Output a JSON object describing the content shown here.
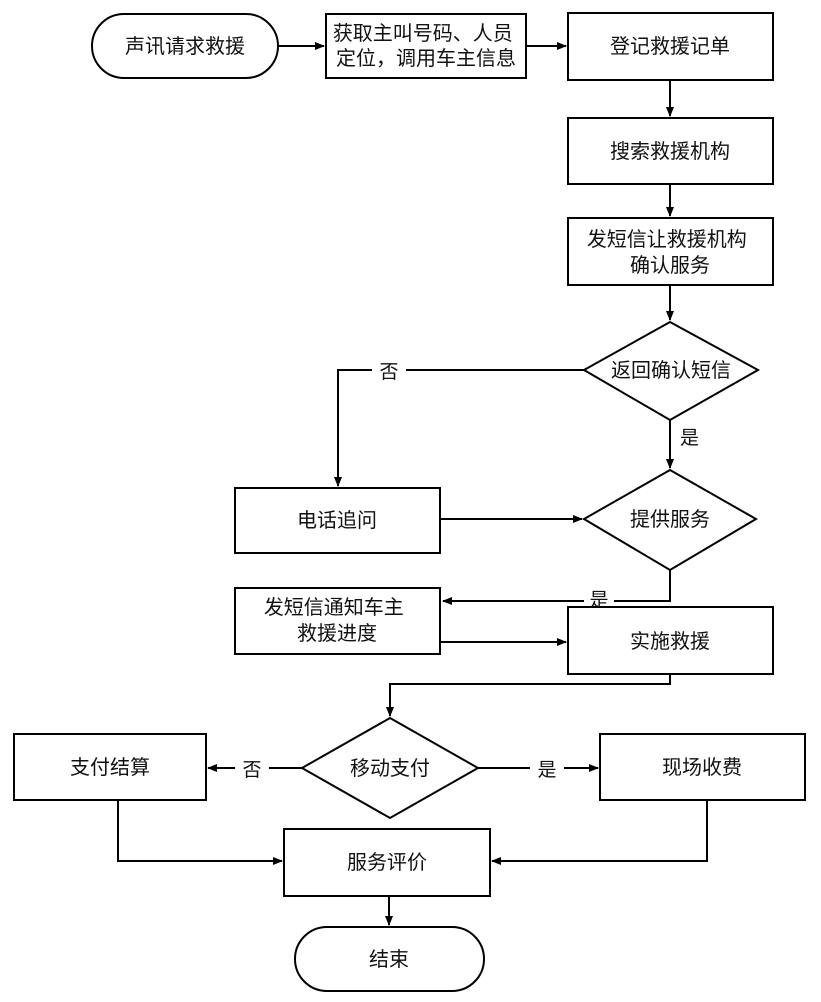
{
  "nodes": {
    "voice_request": "声讯请求救援",
    "get_caller_info": [
      "获取主叫号码、人员",
      "定位，调用车主信息"
    ],
    "register_order": "登记救援记单",
    "search_agency": "搜索救援机构",
    "sms_confirm": [
      "发短信让救援机构",
      "确认服务"
    ],
    "confirm_sms_returned": "返回确认短信",
    "phone_follow_up": "电话追问",
    "provide_service": "提供服务",
    "sms_notify_owner": [
      "发短信通知车主",
      "救援进度"
    ],
    "perform_rescue": "实施救援",
    "mobile_payment": "移动支付",
    "payment_settlement": "支付结算",
    "onsite_charge": "现场收费",
    "service_review": "服务评价",
    "end": "结束"
  },
  "edge_labels": {
    "confirm_no": "否",
    "confirm_yes": "是",
    "provide_yes": "是",
    "payment_no": "否",
    "payment_yes": "是"
  }
}
